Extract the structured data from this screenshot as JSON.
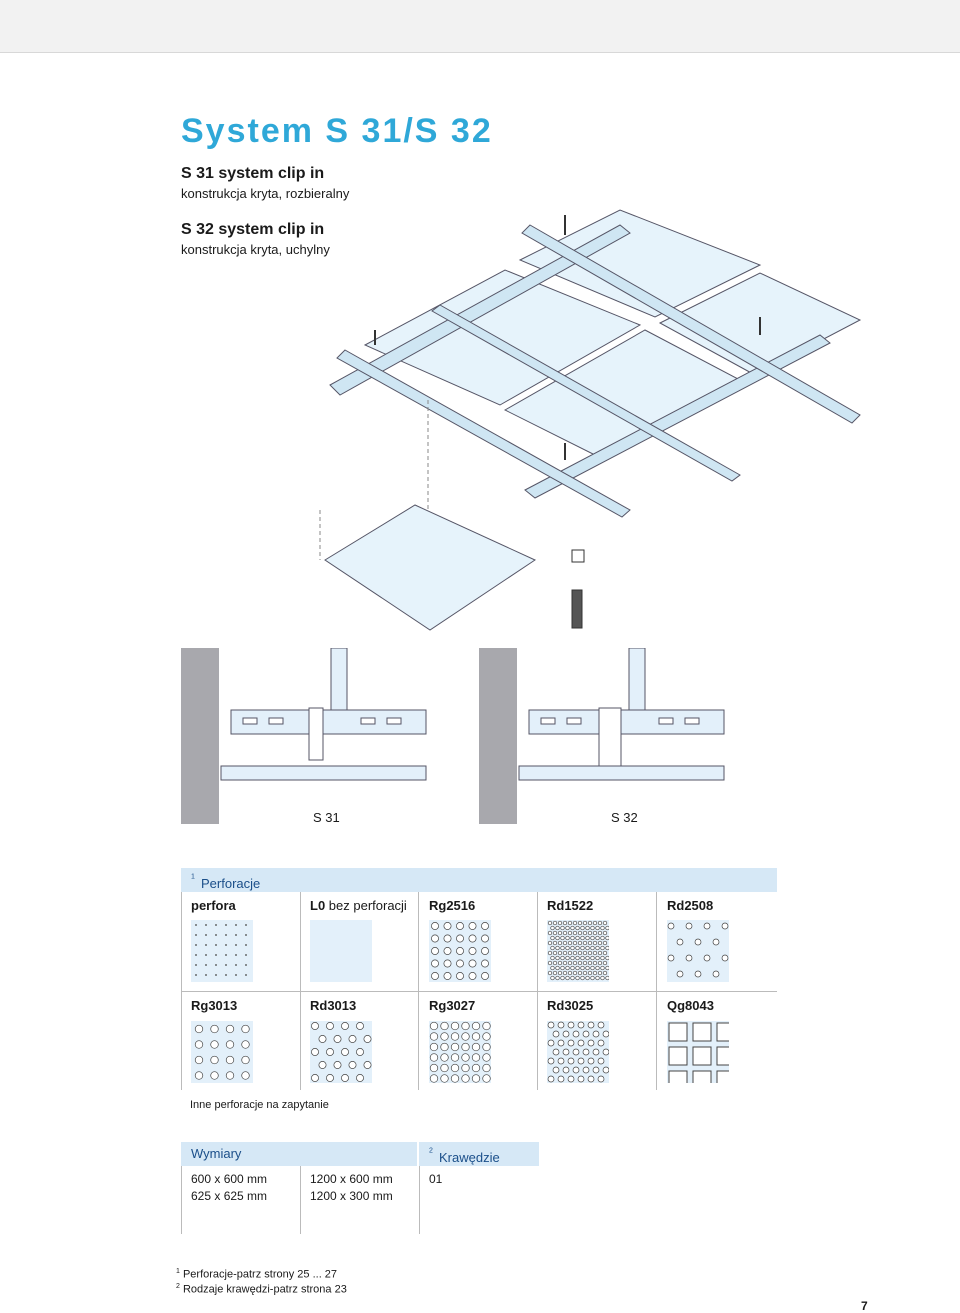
{
  "header": {
    "title": "System S 31/S 32",
    "s31_heading": "S 31 system clip in",
    "s31_desc": "konstrukcja kryta, rozbieralny",
    "s32_heading": "S 32 system clip in",
    "s32_desc": "konstrukcja kryta, uchylny"
  },
  "sections": {
    "s31_label": "S 31",
    "s32_label": "S 32"
  },
  "perforations": {
    "title": "Perforacje",
    "title_sup": "1",
    "row1": [
      {
        "code": "perfora",
        "desc": "",
        "pattern": "microdots"
      },
      {
        "code": "L0",
        "desc": " bez perforacji",
        "pattern": "blank"
      },
      {
        "code": "Rg2516",
        "desc": "",
        "pattern": "grid-circles-small"
      },
      {
        "code": "Rd1522",
        "desc": "",
        "pattern": "dense-diagonal"
      },
      {
        "code": "Rd2508",
        "desc": "",
        "pattern": "diagonal-sparse"
      }
    ],
    "row2": [
      {
        "code": "Rg3013",
        "desc": "",
        "pattern": "grid-circles-large"
      },
      {
        "code": "Rd3013",
        "desc": "",
        "pattern": "diagonal-large"
      },
      {
        "code": "Rg3027",
        "desc": "",
        "pattern": "grid-circles-dense"
      },
      {
        "code": "Rd3025",
        "desc": "",
        "pattern": "diagonal-medium"
      },
      {
        "code": "Qg8043",
        "desc": "",
        "pattern": "squares"
      }
    ],
    "note": "Inne perforacje na zapytanie"
  },
  "dimensions": {
    "title": "Wymiary",
    "col1": [
      "600 x 600 mm",
      "625 x 625 mm"
    ],
    "col2": [
      "1200 x 600 mm",
      "1200 x 300 mm"
    ]
  },
  "edges": {
    "title": "Krawędzie",
    "title_sup": "2",
    "values": [
      "01"
    ]
  },
  "footnotes": {
    "f1_mark": "1",
    "f1": "Perforacje-patrz strony 25 ... 27",
    "f2_mark": "2",
    "f2": "Rodzaje krawędzi-patrz strona 23"
  },
  "page_number": "7",
  "colors": {
    "title": "#2fa8d8",
    "header_band": "#d6e8f6",
    "swatch_bg": "#e3f0fa"
  }
}
